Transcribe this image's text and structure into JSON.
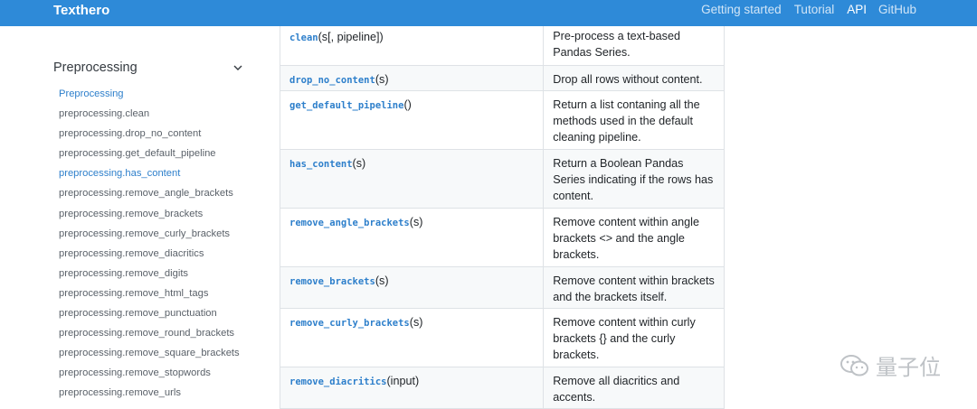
{
  "header": {
    "brand": "Texthero",
    "nav": [
      {
        "label": "Getting started"
      },
      {
        "label": "Tutorial"
      },
      {
        "label": "API"
      },
      {
        "label": "GitHub"
      }
    ]
  },
  "sidebar": {
    "title": "Preprocessing",
    "items": [
      {
        "label": "Preprocessing"
      },
      {
        "label": "preprocessing.clean"
      },
      {
        "label": "preprocessing.drop_no_content"
      },
      {
        "label": "preprocessing.get_default_pipeline"
      },
      {
        "label": "preprocessing.has_content"
      },
      {
        "label": "preprocessing.remove_angle_brackets"
      },
      {
        "label": "preprocessing.remove_brackets"
      },
      {
        "label": "preprocessing.remove_curly_brackets"
      },
      {
        "label": "preprocessing.remove_diacritics"
      },
      {
        "label": "preprocessing.remove_digits"
      },
      {
        "label": "preprocessing.remove_html_tags"
      },
      {
        "label": "preprocessing.remove_punctuation"
      },
      {
        "label": "preprocessing.remove_round_brackets"
      },
      {
        "label": "preprocessing.remove_square_brackets"
      },
      {
        "label": "preprocessing.remove_stopwords"
      },
      {
        "label": "preprocessing.remove_urls"
      }
    ]
  },
  "functions": [
    {
      "name": "clean",
      "args": "(s[, pipeline])",
      "desc": "Pre-process a text-based Pandas Series."
    },
    {
      "name": "drop_no_content",
      "args": "(s)",
      "desc": "Drop all rows without content."
    },
    {
      "name": "get_default_pipeline",
      "args": "()",
      "desc": "Return a list contaning all the methods used in the default cleaning pipeline."
    },
    {
      "name": "has_content",
      "args": "(s)",
      "desc": "Return a Boolean Pandas Series indicating if the rows has content."
    },
    {
      "name": "remove_angle_brackets",
      "args": "(s)",
      "desc": "Remove content within angle brackets <> and the angle brackets."
    },
    {
      "name": "remove_brackets",
      "args": "(s)",
      "desc": "Remove content within brackets and the brackets itself."
    },
    {
      "name": "remove_curly_brackets",
      "args": "(s)",
      "desc": "Remove content within curly brackets {} and the curly brackets."
    },
    {
      "name": "remove_diacritics",
      "args": "(input)",
      "desc": "Remove all diacritics and accents."
    }
  ],
  "watermark": {
    "text": "量子位"
  },
  "colors": {
    "header": "#2e8ad8",
    "link": "#2d7fcb"
  }
}
